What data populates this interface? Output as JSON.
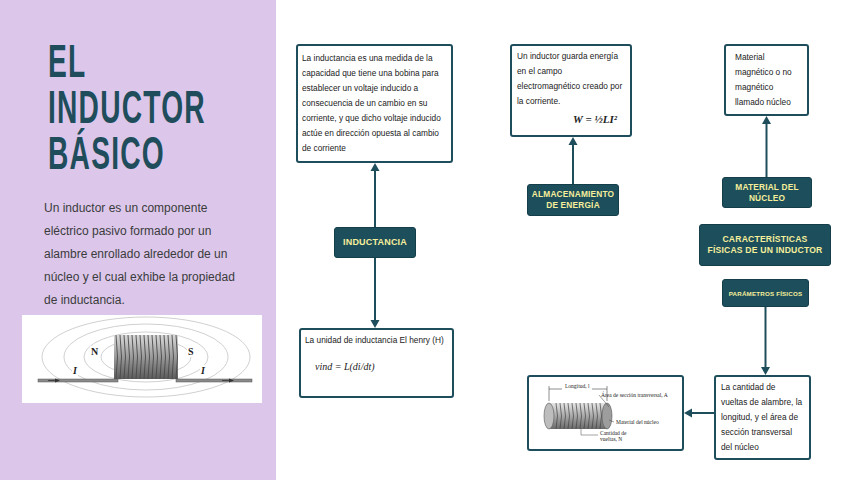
{
  "diagram": {
    "title": "EL INDUCTOR BÁSICO",
    "nodes": [
      {
        "text": [
          "La inductancia es una medida de la capacidad que tiene una bobina para establecer un voltaje inducido a consecuencia de un cambio en su corriente, y que dicho voltaje inducido actúe en dirección opuesta al cambio de corriente"
        ]
      },
      {
        "text": [
          "INDUCTANCIA"
        ]
      },
      {
        "text": [
          "La unidad de inductancia El henry (H)",
          "vind = L(di/dt)"
        ]
      },
      {
        "text": [
          "Un inductor guarda energía en el campo electromagnético creado por la corriente.",
          "W = ½LI²"
        ]
      },
      {
        "text": [
          "ALMACENAMIENTO DE ENERGÍA"
        ]
      },
      {
        "text": [
          "Material magnético o no magnético llamado núcleo"
        ]
      },
      {
        "text": [
          "MATERIAL DEL NÚCLEO"
        ]
      },
      {
        "text": [
          "CARACTERÍSTICAS FÍSICAS DE UN INDUCTOR"
        ]
      },
      {
        "text": [
          "PARÁMETROS FÍSICOS"
        ]
      },
      {
        "text": [
          "Longitud, l",
          "Área de sección transversal, A",
          "Material del núcleo",
          "Cantidad de vueltas, N"
        ]
      },
      {
        "text": [
          "La cantidad de vueltas de alambre, la longitud, y el área de sección transversal del núcleo"
        ]
      }
    ],
    "edges": [
      {
        "from": 1,
        "to": 0,
        "arrow": "to"
      },
      {
        "from": 1,
        "to": 2,
        "arrow": "to"
      },
      {
        "from": 4,
        "to": 3,
        "arrow": "to"
      },
      {
        "from": 6,
        "to": 5,
        "arrow": "to"
      },
      {
        "from": 8,
        "to": 10,
        "arrow": "to"
      },
      {
        "from": 10,
        "to": 9,
        "arrow": "to"
      }
    ],
    "labels": [
      "Un inductor es un componente eléctrico pasivo formado por un alambre enrollado alrededor de un núcleo y el cual exhibe la propiedad de inductancia.",
      "N",
      "S",
      "I",
      "I"
    ]
  }
}
